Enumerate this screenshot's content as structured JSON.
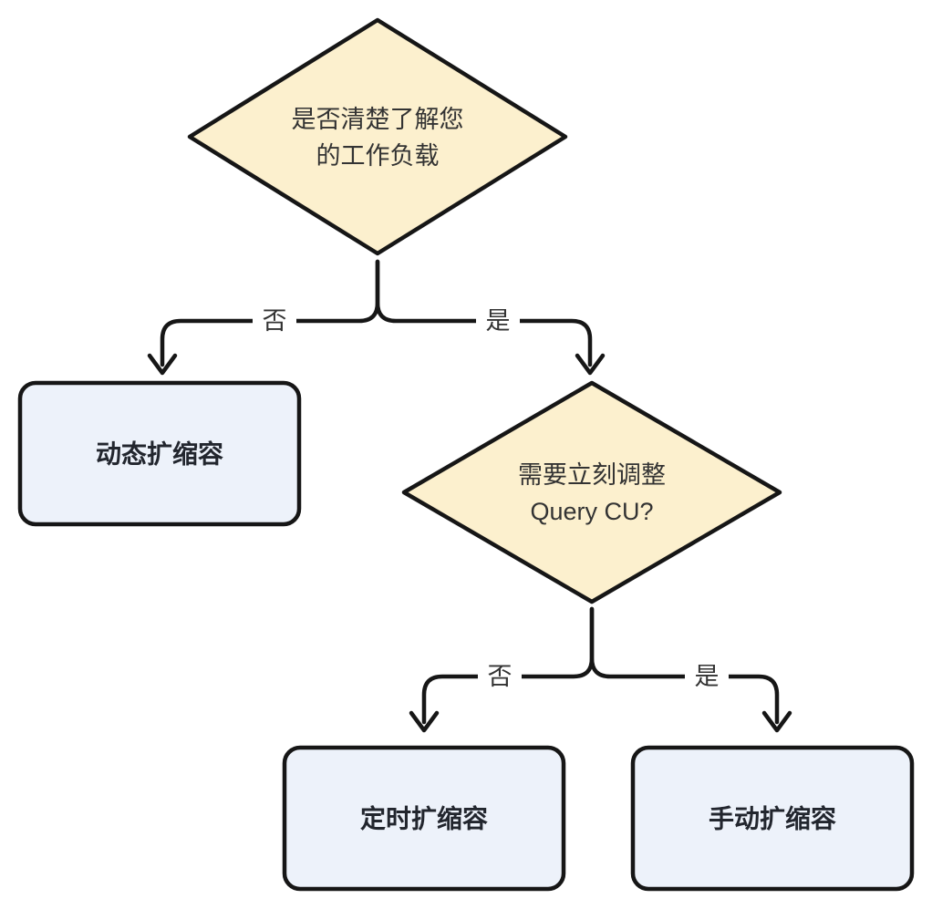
{
  "diagram": {
    "type": "flowchart",
    "colors": {
      "background": "#ffffff",
      "stroke": "#161616",
      "decision_fill": "#fcf0ce",
      "process_fill": "#edf2fa",
      "decision_text": "#333333",
      "process_text": "#22262e",
      "edge_label_text": "#333333",
      "edge_label_bg": "#ffffff"
    },
    "nodes": {
      "decision_workload": {
        "line1": "是否清楚了解您",
        "line2": "的工作负载"
      },
      "process_dynamic": {
        "label": "动态扩缩容"
      },
      "decision_query_cu": {
        "line1": "需要立刻调整",
        "line2": "Query CU?"
      },
      "process_scheduled": {
        "label": "定时扩缩容"
      },
      "process_manual": {
        "label": "手动扩缩容"
      }
    },
    "edges": [
      {
        "from": "decision_workload",
        "to": "process_dynamic",
        "label": "否"
      },
      {
        "from": "decision_workload",
        "to": "decision_query_cu",
        "label": "是"
      },
      {
        "from": "decision_query_cu",
        "to": "process_scheduled",
        "label": "否"
      },
      {
        "from": "decision_query_cu",
        "to": "process_manual",
        "label": "是"
      }
    ],
    "edge_labels": {
      "d1_no": "否",
      "d1_yes": "是",
      "d2_no": "否",
      "d2_yes": "是"
    }
  }
}
